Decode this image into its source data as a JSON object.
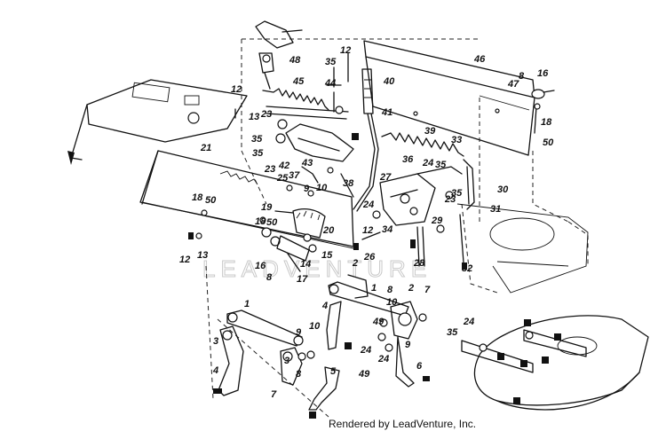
{
  "diagram": {
    "watermark": "LEADVENTURE",
    "credit": "Rendered by LeadVenture, Inc.",
    "callouts": [
      {
        "id": "c12a",
        "text": "12"
      },
      {
        "id": "c35a",
        "text": "35"
      },
      {
        "id": "c48",
        "text": "48"
      },
      {
        "id": "c46",
        "text": "46"
      },
      {
        "id": "c8a",
        "text": "8"
      },
      {
        "id": "c16a",
        "text": "16"
      },
      {
        "id": "c47",
        "text": "47"
      },
      {
        "id": "c12b",
        "text": "12"
      },
      {
        "id": "c45",
        "text": "45"
      },
      {
        "id": "c44",
        "text": "44"
      },
      {
        "id": "c40",
        "text": "40"
      },
      {
        "id": "c13a",
        "text": "13"
      },
      {
        "id": "c23a",
        "text": "23"
      },
      {
        "id": "c41",
        "text": "41"
      },
      {
        "id": "c18a",
        "text": "18"
      },
      {
        "id": "c50a",
        "text": "50"
      },
      {
        "id": "c35b",
        "text": "35"
      },
      {
        "id": "c39",
        "text": "39"
      },
      {
        "id": "c33",
        "text": "33"
      },
      {
        "id": "c35c",
        "text": "35"
      },
      {
        "id": "c21",
        "text": "21"
      },
      {
        "id": "c42",
        "text": "42"
      },
      {
        "id": "c43",
        "text": "43"
      },
      {
        "id": "c23b",
        "text": "23"
      },
      {
        "id": "c37",
        "text": "37"
      },
      {
        "id": "c36",
        "text": "36"
      },
      {
        "id": "c24a",
        "text": "24"
      },
      {
        "id": "c35d",
        "text": "35"
      },
      {
        "id": "c25",
        "text": "25"
      },
      {
        "id": "c38",
        "text": "38"
      },
      {
        "id": "c27",
        "text": "27"
      },
      {
        "id": "c9a",
        "text": "9"
      },
      {
        "id": "c10a",
        "text": "10"
      },
      {
        "id": "c35e",
        "text": "35"
      },
      {
        "id": "c30",
        "text": "30"
      },
      {
        "id": "c18b",
        "text": "18"
      },
      {
        "id": "c50b",
        "text": "50"
      },
      {
        "id": "c24b",
        "text": "24"
      },
      {
        "id": "c19",
        "text": "19"
      },
      {
        "id": "c23c",
        "text": "23"
      },
      {
        "id": "c31",
        "text": "31"
      },
      {
        "id": "c29",
        "text": "29"
      },
      {
        "id": "c18c",
        "text": "18"
      },
      {
        "id": "c50c",
        "text": "50"
      },
      {
        "id": "c20",
        "text": "20"
      },
      {
        "id": "c34",
        "text": "34"
      },
      {
        "id": "c12c",
        "text": "12"
      },
      {
        "id": "c12d",
        "text": "12"
      },
      {
        "id": "c13b",
        "text": "13"
      },
      {
        "id": "c16b",
        "text": "16"
      },
      {
        "id": "c14",
        "text": "14"
      },
      {
        "id": "c15",
        "text": "15"
      },
      {
        "id": "c26",
        "text": "26"
      },
      {
        "id": "c28",
        "text": "28"
      },
      {
        "id": "c32",
        "text": "32"
      },
      {
        "id": "c8b",
        "text": "8"
      },
      {
        "id": "c17",
        "text": "17"
      },
      {
        "id": "c2a",
        "text": "2"
      },
      {
        "id": "c1a",
        "text": "1"
      },
      {
        "id": "c8c",
        "text": "8"
      },
      {
        "id": "c2b",
        "text": "2"
      },
      {
        "id": "c7a",
        "text": "7"
      },
      {
        "id": "c4a",
        "text": "4"
      },
      {
        "id": "c10b",
        "text": "10"
      },
      {
        "id": "c1b",
        "text": "1"
      },
      {
        "id": "c49a",
        "text": "49"
      },
      {
        "id": "c24c",
        "text": "24"
      },
      {
        "id": "c35f",
        "text": "35"
      },
      {
        "id": "c9b",
        "text": "9"
      },
      {
        "id": "c10c",
        "text": "10"
      },
      {
        "id": "c3a",
        "text": "3"
      },
      {
        "id": "c4b",
        "text": "4"
      },
      {
        "id": "c24d",
        "text": "24"
      },
      {
        "id": "c24e",
        "text": "24"
      },
      {
        "id": "c9c",
        "text": "9"
      },
      {
        "id": "c8d",
        "text": "8"
      },
      {
        "id": "c3b",
        "text": "3"
      },
      {
        "id": "c5",
        "text": "5"
      },
      {
        "id": "c6",
        "text": "6"
      },
      {
        "id": "c7b",
        "text": "7"
      },
      {
        "id": "c49b",
        "text": "49"
      }
    ]
  }
}
